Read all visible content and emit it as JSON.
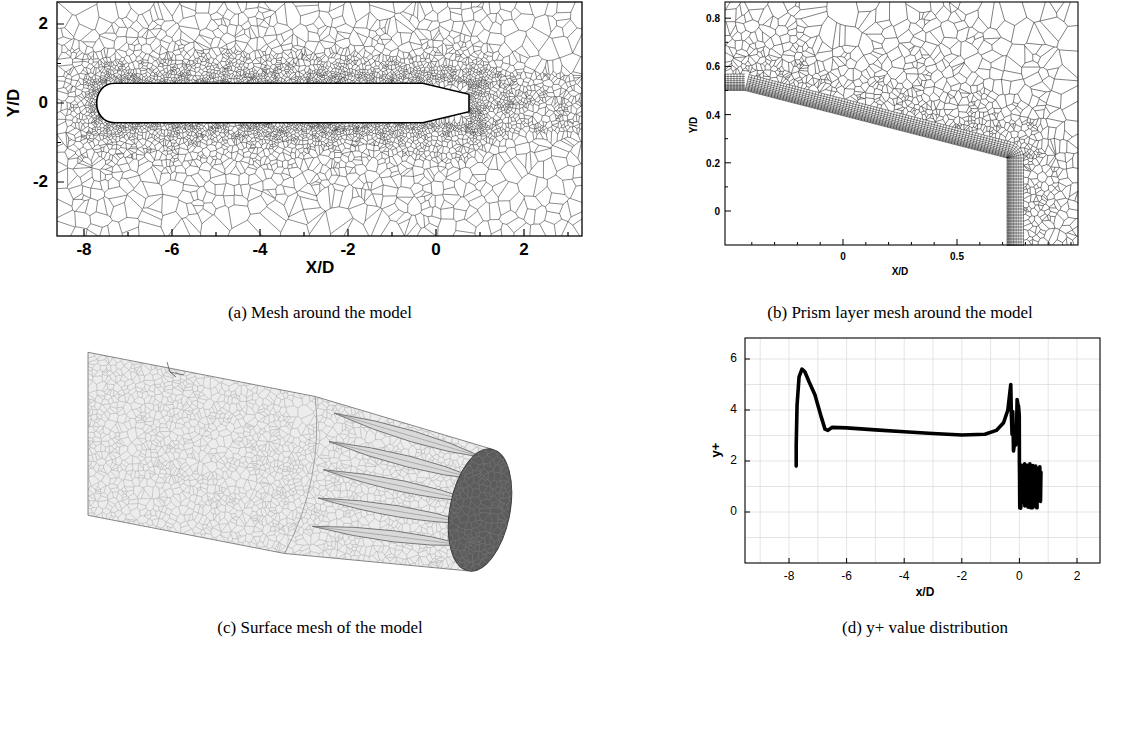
{
  "diagram": {
    "labels": [
      "2",
      "0",
      "-2",
      "Y/D",
      "-8",
      "-6",
      "-4",
      "-2",
      "0",
      "2",
      "X/D",
      "(a) Mesh around the model",
      "0.8",
      "0.6",
      "0.4",
      "0.2",
      "0",
      "Y/D",
      "0",
      "0.5",
      "X/D",
      "(b) Prism layer mesh around the model",
      "(c) Surface mesh of the model",
      "6",
      "4",
      "2",
      "0",
      "y+",
      "-8",
      "-6",
      "-4",
      "-2",
      "0",
      "2",
      "x/D",
      "(d) y+ value distribution"
    ]
  }
}
